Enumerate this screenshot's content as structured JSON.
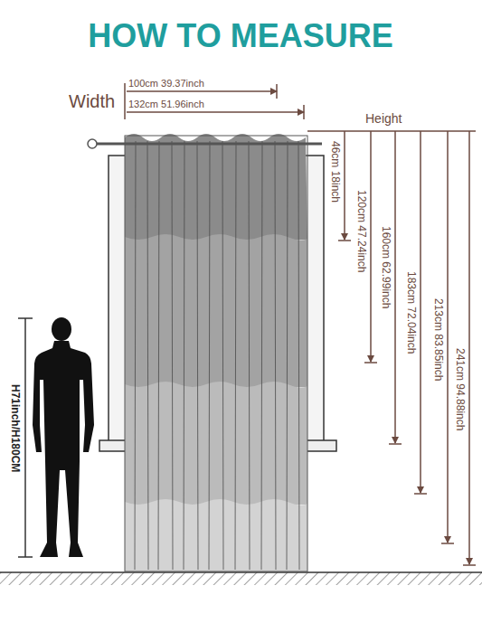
{
  "diagram": {
    "title": "HOW TO MEASURE",
    "labels": [
      "Width",
      "100cm 39.37inch",
      "132cm 51.96inch",
      "Height",
      "46cm 18inch",
      "120cm 47.24inch",
      "160cm 62.99inch",
      "183cm 72.04inch",
      "213cm 83.85inch",
      "241cm 94.88inch",
      "H71inch/H180CM"
    ]
  }
}
